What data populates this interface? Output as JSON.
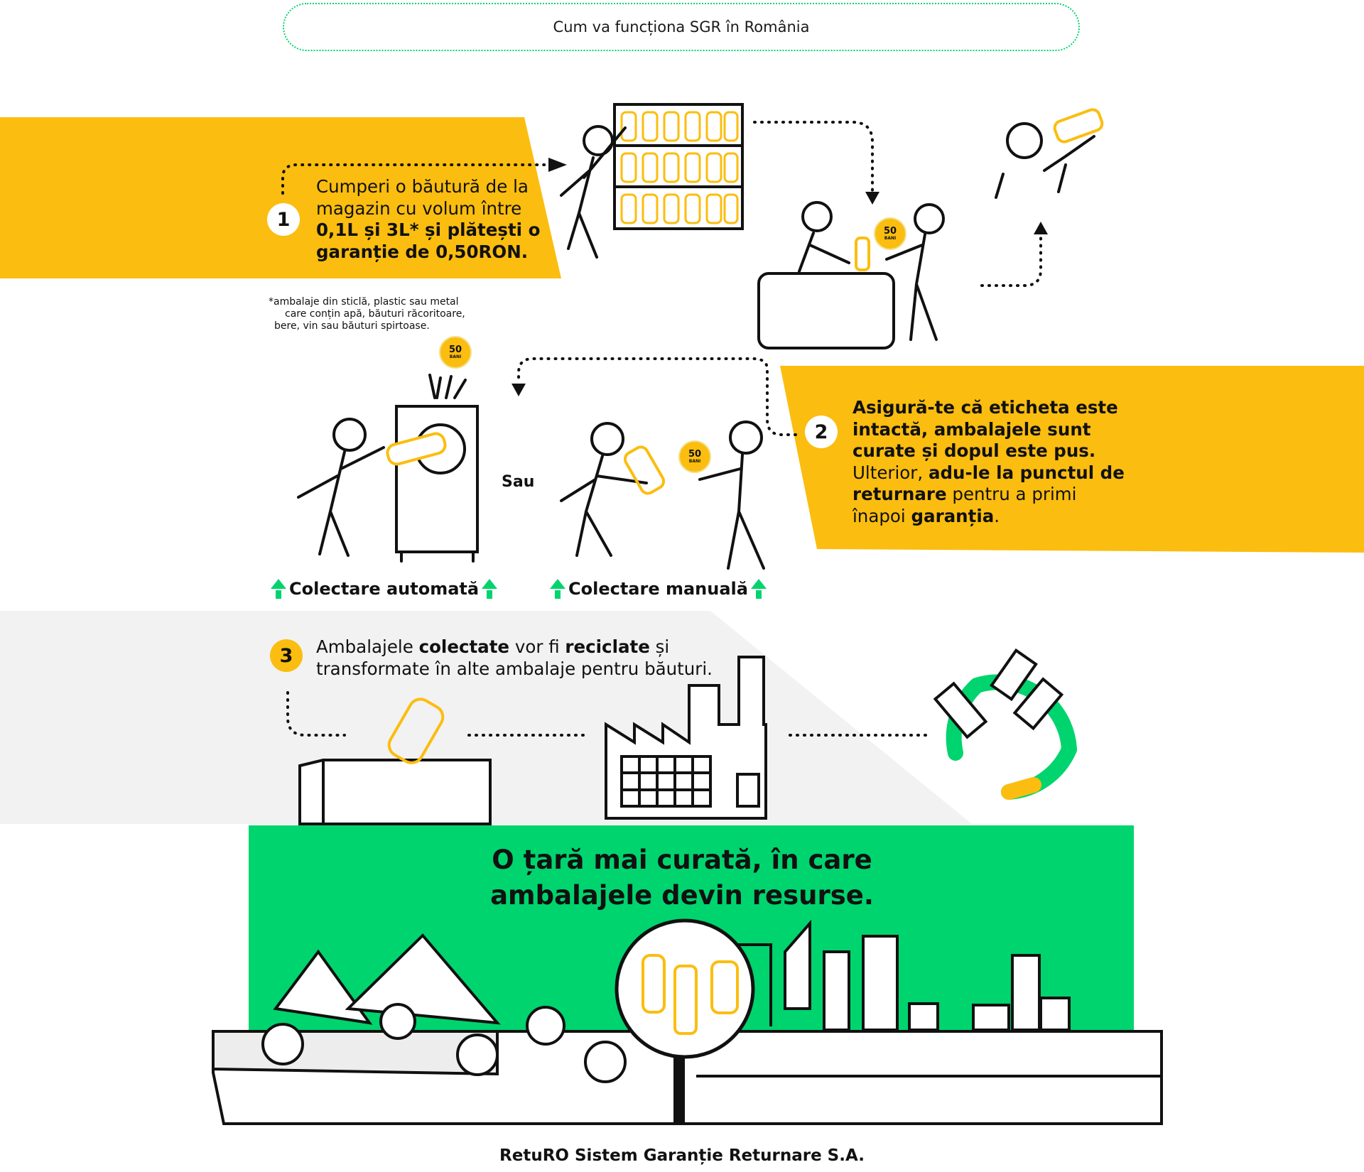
{
  "header": {
    "title": "Cum va funcționa SGR în România"
  },
  "step1": {
    "number": "1",
    "line1": "Cumperi o băutură de la",
    "line2": "magazin cu volum între",
    "line3_bold": "0,1L și 3L* și plătești o",
    "line4_bold": "garanție de 0,50RON."
  },
  "footnote": {
    "line1": "*ambalaje din sticlă, plastic sau metal",
    "line2": "care conțin apă, băuturi răcoritoare,",
    "line3": "bere, vin sau băuturi spirtoase."
  },
  "coin": {
    "value": "50",
    "unit": "BANI"
  },
  "step2": {
    "number": "2",
    "b1": "Asigură-te că eticheta este",
    "b2": "intactă, ambalajele sunt",
    "b3": "curate și dopul este pus.",
    "p4a": "Ulterior,",
    "b4b": "adu-le la punctul de",
    "b5a": "returnare",
    "p5b": "pentru a primi",
    "p6a": "înapoi",
    "b6b": "garanția",
    "p6c": "."
  },
  "collection": {
    "or_label": "Sau",
    "automatic": "Colectare automată",
    "manual": "Colectare manuală"
  },
  "step3": {
    "number": "3",
    "p1a": "Ambalajele",
    "b1b": "colectate",
    "p1c": "vor fi",
    "b1d": "reciclate",
    "p1e": "și",
    "line2": "transformate în alte ambalaje pentru băuturi."
  },
  "headline": {
    "line1": "O țară mai curată, în care",
    "line2": "ambalajele devin resurse."
  },
  "footer": {
    "company": "RetuRO Sistem Garanție Returnare S.A."
  },
  "colors": {
    "yellow": "#fbbd0f",
    "green": "#00d46e",
    "grey": "#f2f2f2",
    "ink": "#111111"
  }
}
